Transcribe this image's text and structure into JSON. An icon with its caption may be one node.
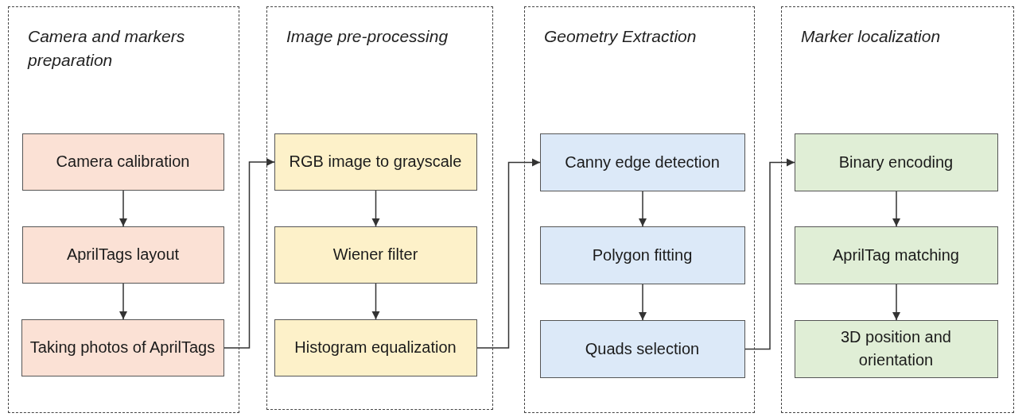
{
  "diagram": {
    "nodes": [
      {
        "text": [
          "Camera and markers preparation"
        ]
      },
      {
        "text": [
          "Camera calibration"
        ],
        "in": 0
      },
      {
        "text": [
          "AprilTags layout"
        ],
        "in": 0
      },
      {
        "text": [
          "Taking photos of AprilTags"
        ],
        "in": 0
      },
      {
        "text": [
          "Image pre-processing"
        ]
      },
      {
        "text": [
          "RGB image to grayscale"
        ],
        "in": 4
      },
      {
        "text": [
          "Wiener filter"
        ],
        "in": 4
      },
      {
        "text": [
          "Histogram equalization"
        ],
        "in": 4
      },
      {
        "text": [
          "Geometry Extraction"
        ]
      },
      {
        "text": [
          "Canny edge detection"
        ],
        "in": 8
      },
      {
        "text": [
          "Polygon fitting"
        ],
        "in": 8
      },
      {
        "text": [
          "Quads selection"
        ],
        "in": 8
      },
      {
        "text": [
          "Marker localization"
        ]
      },
      {
        "text": [
          "Binary encoding"
        ],
        "in": 12
      },
      {
        "text": [
          "AprilTag matching"
        ],
        "in": 12
      },
      {
        "text": [
          "3D position and orientation"
        ],
        "in": 12
      }
    ],
    "edges": [
      {
        "from": 1,
        "to": 2,
        "arrow": "to"
      },
      {
        "from": 2,
        "to": 3,
        "arrow": "to"
      },
      {
        "from": 3,
        "to": 5,
        "arrow": "to"
      },
      {
        "from": 5,
        "to": 6,
        "arrow": "to"
      },
      {
        "from": 6,
        "to": 7,
        "arrow": "to"
      },
      {
        "from": 7,
        "to": 9,
        "arrow": "to"
      },
      {
        "from": 9,
        "to": 10,
        "arrow": "to"
      },
      {
        "from": 10,
        "to": 11,
        "arrow": "to"
      },
      {
        "from": 11,
        "to": 13,
        "arrow": "to"
      },
      {
        "from": 13,
        "to": 14,
        "arrow": "to"
      },
      {
        "from": 14,
        "to": 15,
        "arrow": "to"
      }
    ]
  }
}
